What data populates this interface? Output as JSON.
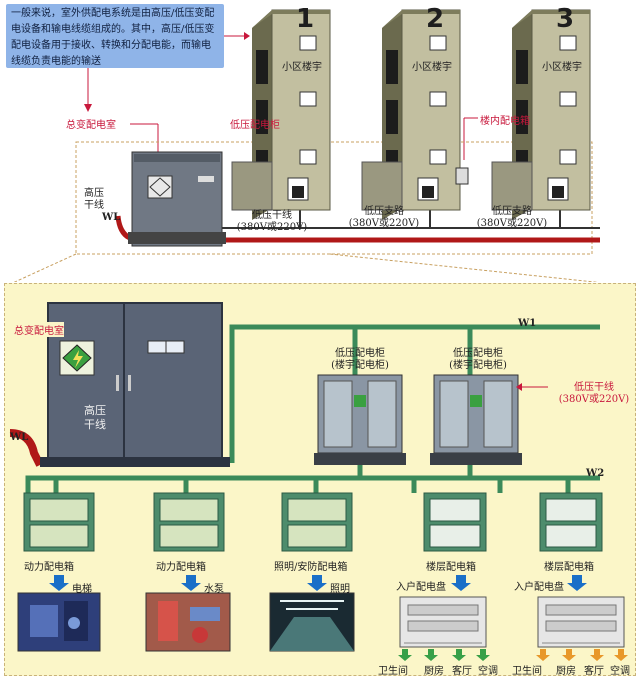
{
  "intro_note": "一般来说，室外供配电系统是由高压/低压变配电设备和输电线缆组成的。其中，高压/低压变配电设备用于接收、转换和分配电能，而输电线缆负责电能的输送",
  "top": {
    "main_substation_label": "总变配电室",
    "hv_line_label": "高压\n干线",
    "wl_label": "WL",
    "lv_trunk_label": "低压干线\n(380V或220V)",
    "lv_branch_label": "低压支路\n(380V或220V)",
    "lv_cabinet_label": "低压配电柜",
    "indoor_box_label": "楼内配电箱",
    "building_label": "小区楼宇",
    "buildings": [
      "1",
      "2",
      "3"
    ]
  },
  "bottom": {
    "main_substation_label": "总变配电室",
    "hv_line_label": "高压\n干线",
    "wl_label": "WL",
    "w1_label": "W1",
    "w2_label": "W2",
    "lv_cabinet_label": "低压配电柜\n(楼宇配电柜)",
    "lv_trunk_label": "低压干线\n(380V或220V)",
    "boxes": [
      {
        "label": "动力配电箱",
        "target": "电梯"
      },
      {
        "label": "动力配电箱",
        "target": "水泵"
      },
      {
        "label": "照明/安防配电箱",
        "target": "照明"
      },
      {
        "label": "楼层配电箱",
        "target": "入户配电盘"
      },
      {
        "label": "楼层配电箱",
        "target": "入户配电盘"
      }
    ],
    "rooms": [
      "卫生间",
      "厨房",
      "客厅",
      "空调"
    ]
  },
  "colors": {
    "pipe_green": "#3b8a5a",
    "cabinet_gray": "#6a7b8c",
    "label_red": "#c8183c",
    "panel_bg": "#fbf6c8",
    "note_bg": "#8fb4e8",
    "arrow_blue": "#1a6fc8"
  }
}
